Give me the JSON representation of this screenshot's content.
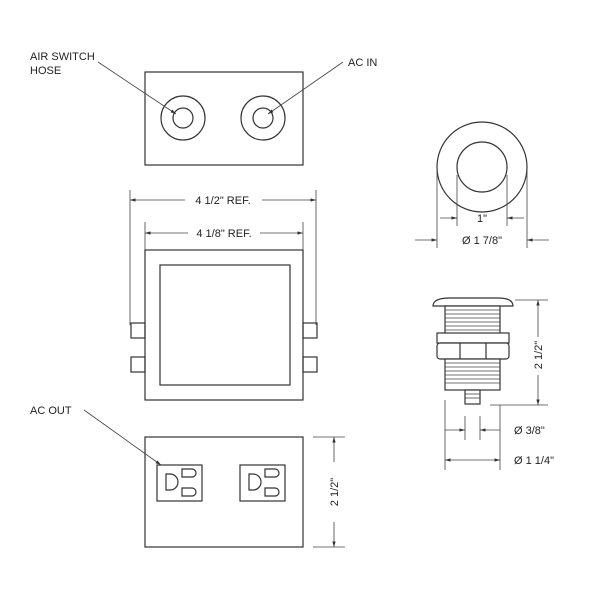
{
  "labels": {
    "air_switch_line1": "AIR SWITCH",
    "air_switch_line2": "HOSE",
    "ac_in": "AC IN",
    "ac_out": "AC OUT"
  },
  "dimensions": {
    "width_outer": "4 1/2\" REF.",
    "width_inner": "4 1/8\" REF.",
    "box_height": "2 1/2\"",
    "button_inner": "1\"",
    "button_outer": "Ø 1 7/8\"",
    "body_height": "2 1/2\"",
    "stem_dia": "Ø 3/8\"",
    "thread_dia": "Ø 1 1/4\""
  }
}
